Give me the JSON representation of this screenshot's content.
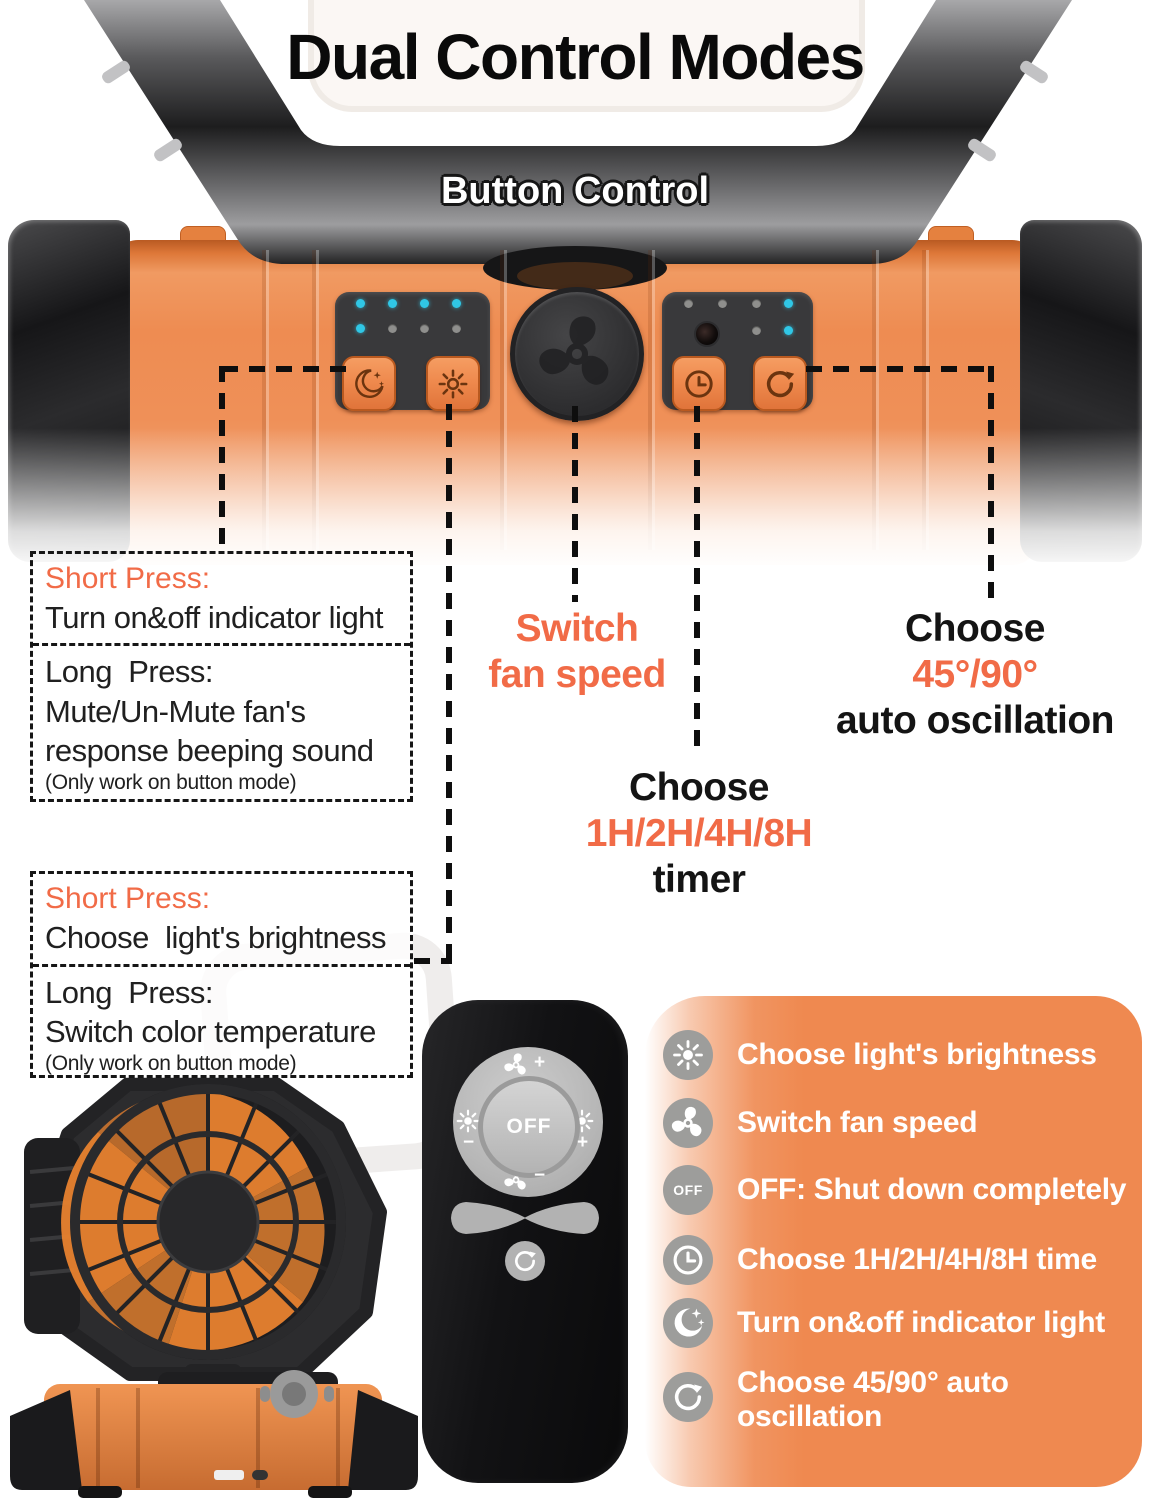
{
  "title": "Dual Control Modes",
  "subtitle": "Button Control",
  "colors": {
    "accent_orange": "#F16B47",
    "body_orange": "#EE8C52",
    "legend_panel_orange": "#EF8950",
    "indicator_cyan": "#30C7E6",
    "panel_dark": "#39393B"
  },
  "icons": {
    "moon_stars_button": "crescent-moon-with-stars",
    "brightness_button": "sun-rays",
    "fan_button": "three-blade-fan",
    "timer_button": "clock",
    "oscillation_button": "circular-arrow",
    "remote_off": "OFF"
  },
  "callout_box_1": {
    "short_press_label": "Short Press:",
    "short_press_text": "Turn on&off indicator light",
    "long_press_label": "Long  Press:",
    "long_press_line1": "Mute/Un-Mute fan's",
    "long_press_line2": "response beeping sound",
    "note": "(Only work on button mode)"
  },
  "callout_box_2": {
    "short_press_label": "Short Press:",
    "short_press_text": "Choose  light's brightness",
    "long_press_label": "Long  Press:",
    "long_press_text": "Switch color temperature",
    "note": "(Only work on button mode)"
  },
  "callout_fan_speed": {
    "line1": "Switch",
    "line2": "fan speed"
  },
  "callout_oscillation": {
    "line1": "Choose",
    "line2": "45°/90°",
    "line3": "auto oscillation"
  },
  "callout_timer": {
    "line1": "Choose",
    "line2": "1H/2H/4H/8H",
    "line3": "timer"
  },
  "remote": {
    "off_label": "OFF",
    "plus": "+",
    "minus": "−"
  },
  "remote_legend": {
    "items": [
      {
        "icon": "brightness-icon",
        "text": "Choose light's brightness"
      },
      {
        "icon": "fan-icon",
        "text": "Switch fan speed"
      },
      {
        "icon": "off-icon",
        "icon_label": "OFF",
        "text": "OFF: Shut down completely"
      },
      {
        "icon": "timer-icon",
        "text": "Choose 1H/2H/4H/8H time"
      },
      {
        "icon": "moon-stars-icon",
        "text": "Turn on&off indicator light"
      },
      {
        "icon": "oscillation-icon",
        "text": "Choose 45/90° auto oscillation"
      }
    ]
  }
}
